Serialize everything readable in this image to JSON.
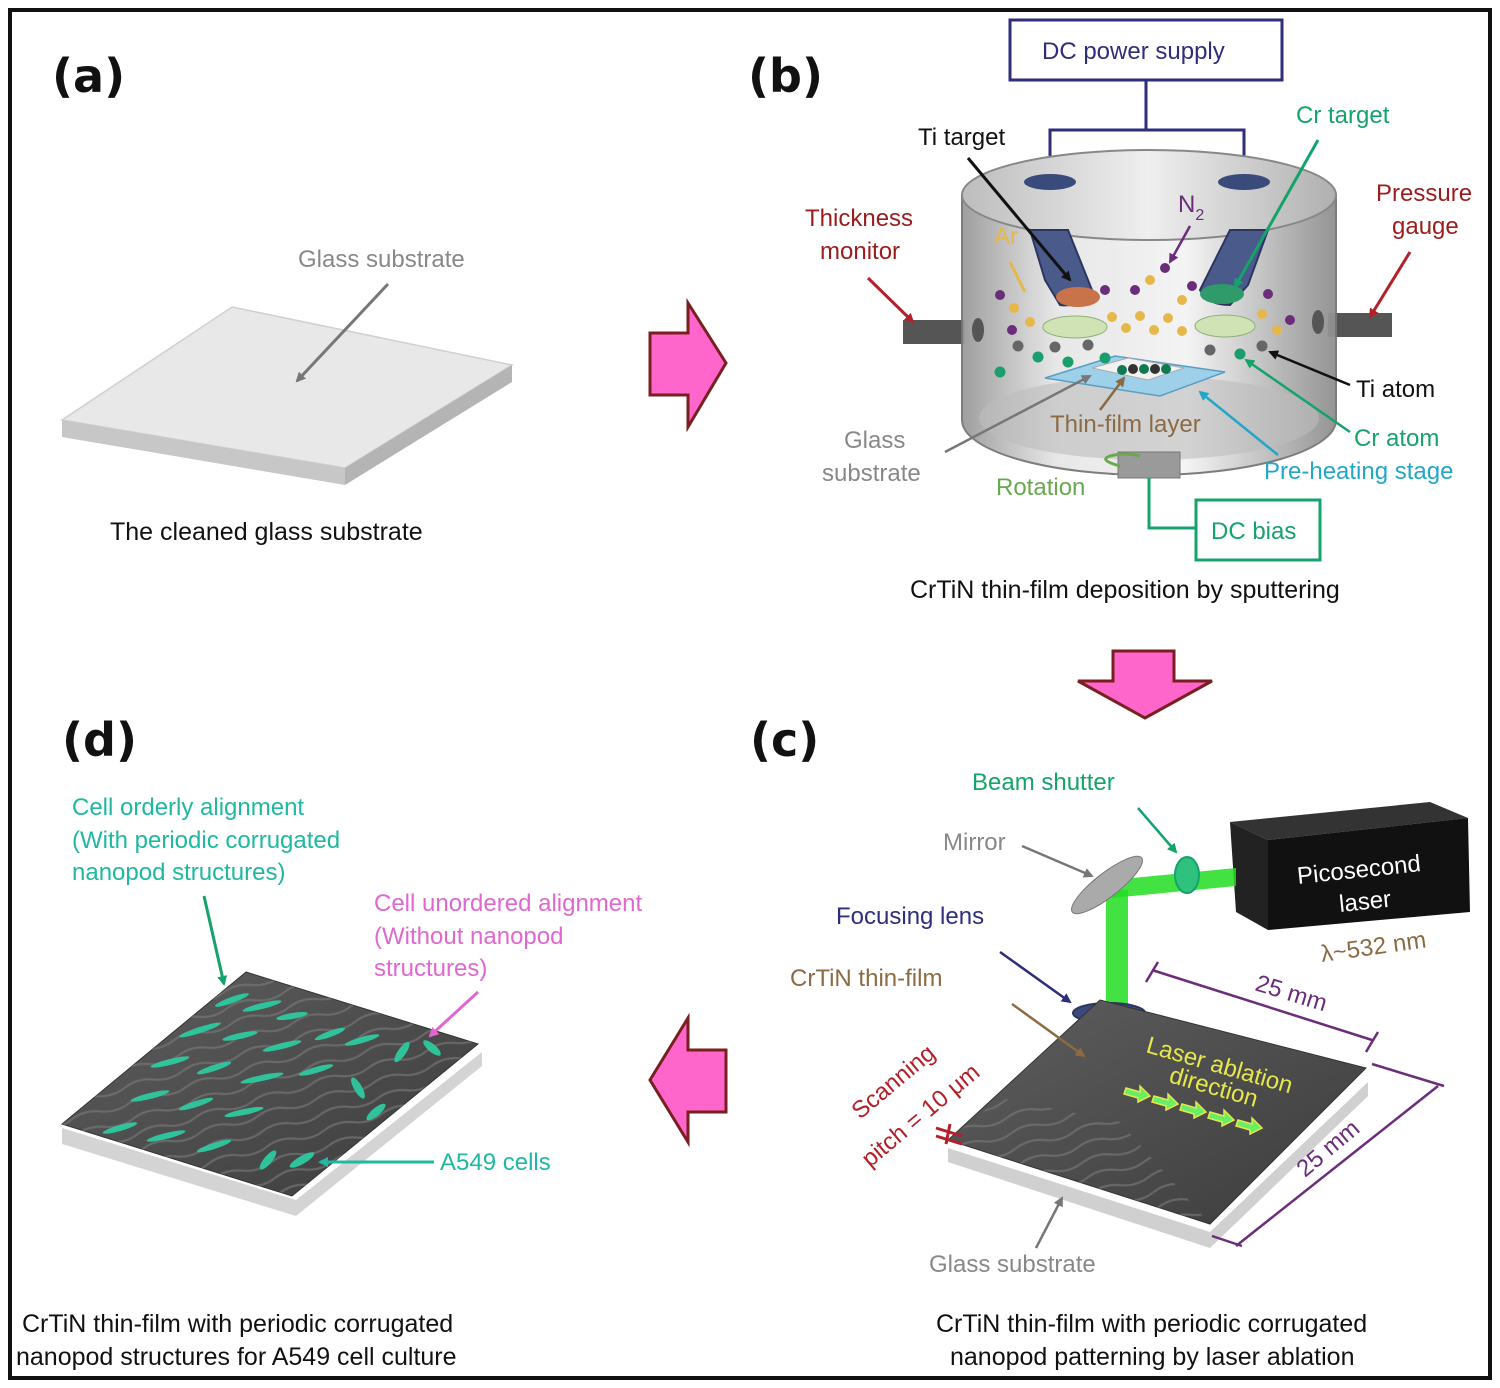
{
  "colors": {
    "border": "#111111",
    "arrow_fill": "#ff66cc",
    "arrow_stroke": "#7a1f1f",
    "dark_red": "#9b1c1c",
    "green": "#14a36b",
    "navy": "#2e2e7a",
    "cyan": "#22a6c9",
    "brown": "#8b6a44",
    "purple": "#6b2d7a",
    "pink": "#e067d0",
    "teal": "#1fb8a0",
    "gray": "#888888",
    "laser_green": "#22dd22",
    "yellow": "#e6e84a"
  },
  "panel_a": {
    "letter": "(a)",
    "glass_label": "Glass substrate",
    "caption": "The cleaned glass substrate"
  },
  "panel_b": {
    "letter": "(b)",
    "dc_power": "DC power supply",
    "ti_target": "Ti target",
    "cr_target": "Cr target",
    "thickness_1": "Thickness",
    "thickness_2": "monitor",
    "n2": "N",
    "n2_sub": "2",
    "ar": "Ar",
    "pressure_1": "Pressure",
    "pressure_2": "gauge",
    "ti_atom": "Ti atom",
    "cr_atom": "Cr atom",
    "glass_1": "Glass",
    "glass_2": "substrate",
    "thin_film": "Thin-film layer",
    "preheat": "Pre-heating stage",
    "rotation": "Rotation",
    "dc_bias": "DC bias",
    "caption": "CrTiN thin-film deposition by sputtering"
  },
  "panel_c": {
    "letter": "(c)",
    "beam_shutter": "Beam shutter",
    "mirror": "Mirror",
    "laser_1": "Picosecond",
    "laser_2": "laser",
    "wavelength": "λ~532 nm",
    "focusing_lens": "Focusing lens",
    "crtin_film": "CrTiN thin-film",
    "dim_top": "25 mm",
    "dim_right": "25 mm",
    "scan_1": "Scanning",
    "scan_2": "pitch = 10 μm",
    "ablation_1": "Laser ablation",
    "ablation_2": "direction",
    "glass": "Glass substrate",
    "caption_1": "CrTiN thin-film with periodic corrugated",
    "caption_2": "nanopod patterning by laser ablation"
  },
  "panel_d": {
    "letter": "(d)",
    "ordered_1": "Cell orderly alignment",
    "ordered_2": "(With periodic corrugated",
    "ordered_3": "nanopod structures)",
    "unordered_1": "Cell unordered alignment",
    "unordered_2": "(Without nanopod",
    "unordered_3": "structures)",
    "a549": "A549 cells",
    "caption_1": "CrTiN thin-film with periodic corrugated",
    "caption_2": "nanopod structures for A549 cell culture"
  }
}
